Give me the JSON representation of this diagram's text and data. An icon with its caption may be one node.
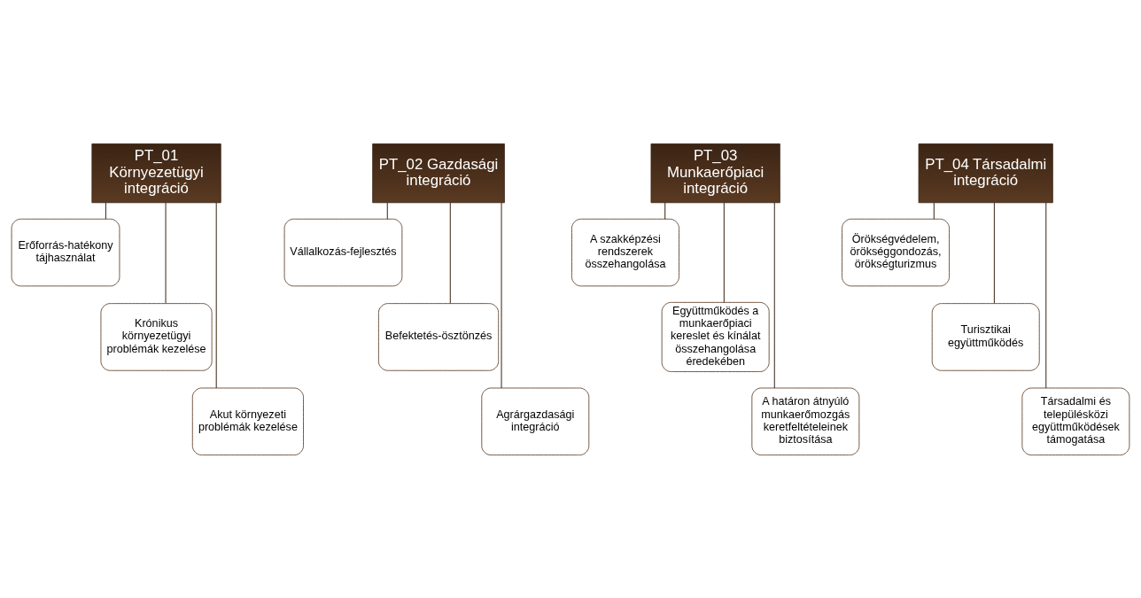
{
  "diagram": {
    "nodes": [
      {
        "text": [
          "PT_01 Környezetügyi integráció"
        ]
      },
      {
        "text": [
          "Erőforrás-hatékony tájhasználat"
        ]
      },
      {
        "text": [
          "Krónikus környezetügyi problémák kezelése"
        ]
      },
      {
        "text": [
          "Akut környezeti problémák kezelése"
        ]
      },
      {
        "text": [
          "PT_02 Gazdasági integráció"
        ]
      },
      {
        "text": [
          "Vállalkozás-fejlesztés"
        ]
      },
      {
        "text": [
          "Befektetés-ösztönzés"
        ]
      },
      {
        "text": [
          "Agrárgazdasági integráció"
        ]
      },
      {
        "text": [
          "PT_03 Munkaerőpiaci integráció"
        ]
      },
      {
        "text": [
          "A szakképzési rendszerek összehangolása"
        ]
      },
      {
        "text": [
          "Együttműködés a munkaerőpiaci kereslet és kínálat összehangolása éredekében"
        ]
      },
      {
        "text": [
          "A határon átnyúló munkaerőmozgás keretfeltételeinek biztosítása"
        ]
      },
      {
        "text": [
          "PT_04 Társadalmi integráció"
        ]
      },
      {
        "text": [
          "Örökségvédelem, örökséggondozás, örökségturizmus"
        ]
      },
      {
        "text": [
          "Turisztikai együttműködés"
        ]
      },
      {
        "text": [
          "Társadalmi és településközi együttműködések támogatása"
        ]
      }
    ],
    "edges": [
      {
        "from": 0,
        "to": 1,
        "arrow": "none"
      },
      {
        "from": 0,
        "to": 2,
        "arrow": "none"
      },
      {
        "from": 0,
        "to": 3,
        "arrow": "none"
      },
      {
        "from": 4,
        "to": 5,
        "arrow": "none"
      },
      {
        "from": 4,
        "to": 6,
        "arrow": "none"
      },
      {
        "from": 4,
        "to": 7,
        "arrow": "none"
      },
      {
        "from": 8,
        "to": 9,
        "arrow": "none"
      },
      {
        "from": 8,
        "to": 10,
        "arrow": "none"
      },
      {
        "from": 8,
        "to": 11,
        "arrow": "none"
      },
      {
        "from": 12,
        "to": 13,
        "arrow": "none"
      },
      {
        "from": 12,
        "to": 14,
        "arrow": "none"
      },
      {
        "from": 12,
        "to": 15,
        "arrow": "none"
      }
    ]
  }
}
